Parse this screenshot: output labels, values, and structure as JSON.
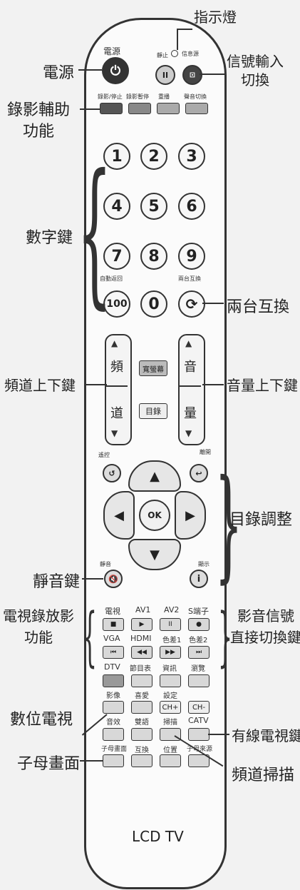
{
  "callouts": {
    "indicator": "指示燈",
    "power": "電源",
    "input": "信號輸入\n切換",
    "rec_assist": "錄影輔助\n功能",
    "numeric": "數字鍵",
    "swap": "兩台互換",
    "channel_updown": "頻道上下鍵",
    "volume_updown": "音量上下鍵",
    "menu_adjust": "目錄調整",
    "mute": "靜音鍵",
    "tv_record_play": "電視錄放影\n功能",
    "av_direct": "影音信號\n直接切換鍵",
    "digital_tv": "數位電視",
    "catv": "有線電視鍵",
    "pip": "子母畫面",
    "channel_scan": "頻道掃描"
  },
  "remote": {
    "power_label": "電源",
    "pause_label": "靜止",
    "info_label": "信息源",
    "rec_row": [
      "錄影/停止",
      "錄影暫停",
      "重播",
      "聲音切換"
    ],
    "numbers": [
      "1",
      "2",
      "3",
      "4",
      "5",
      "6",
      "7",
      "8",
      "9",
      "100",
      "0"
    ],
    "auto_return": "自動返回",
    "swap_label": "兩台互換",
    "channel_chars": [
      "頻",
      "道"
    ],
    "volume_chars": [
      "音",
      "量"
    ],
    "full_screen": "寬螢幕",
    "menu": "目錄",
    "back_label": "遙控",
    "exit_label": "離開",
    "ok": "OK",
    "mute_label": "靜音",
    "display_label": "顯示",
    "av_row1": [
      "電視",
      "AV1",
      "AV2",
      "S端子"
    ],
    "av_row2": [
      "VGA",
      "HDMI",
      "色差1",
      "色差2"
    ],
    "dtv_row": [
      "DTV",
      "節目表",
      "資訊",
      "瀏覽"
    ],
    "row5": [
      "影像",
      "喜愛",
      "設定",
      ""
    ],
    "ch_plus": "CH+",
    "ch_minus": "CH-",
    "row6": [
      "音效",
      "雙語",
      "掃描",
      "CATV"
    ],
    "row7": [
      "子母畫面",
      "互換",
      "位置",
      "子母來源"
    ],
    "brand": "LCD TV"
  }
}
